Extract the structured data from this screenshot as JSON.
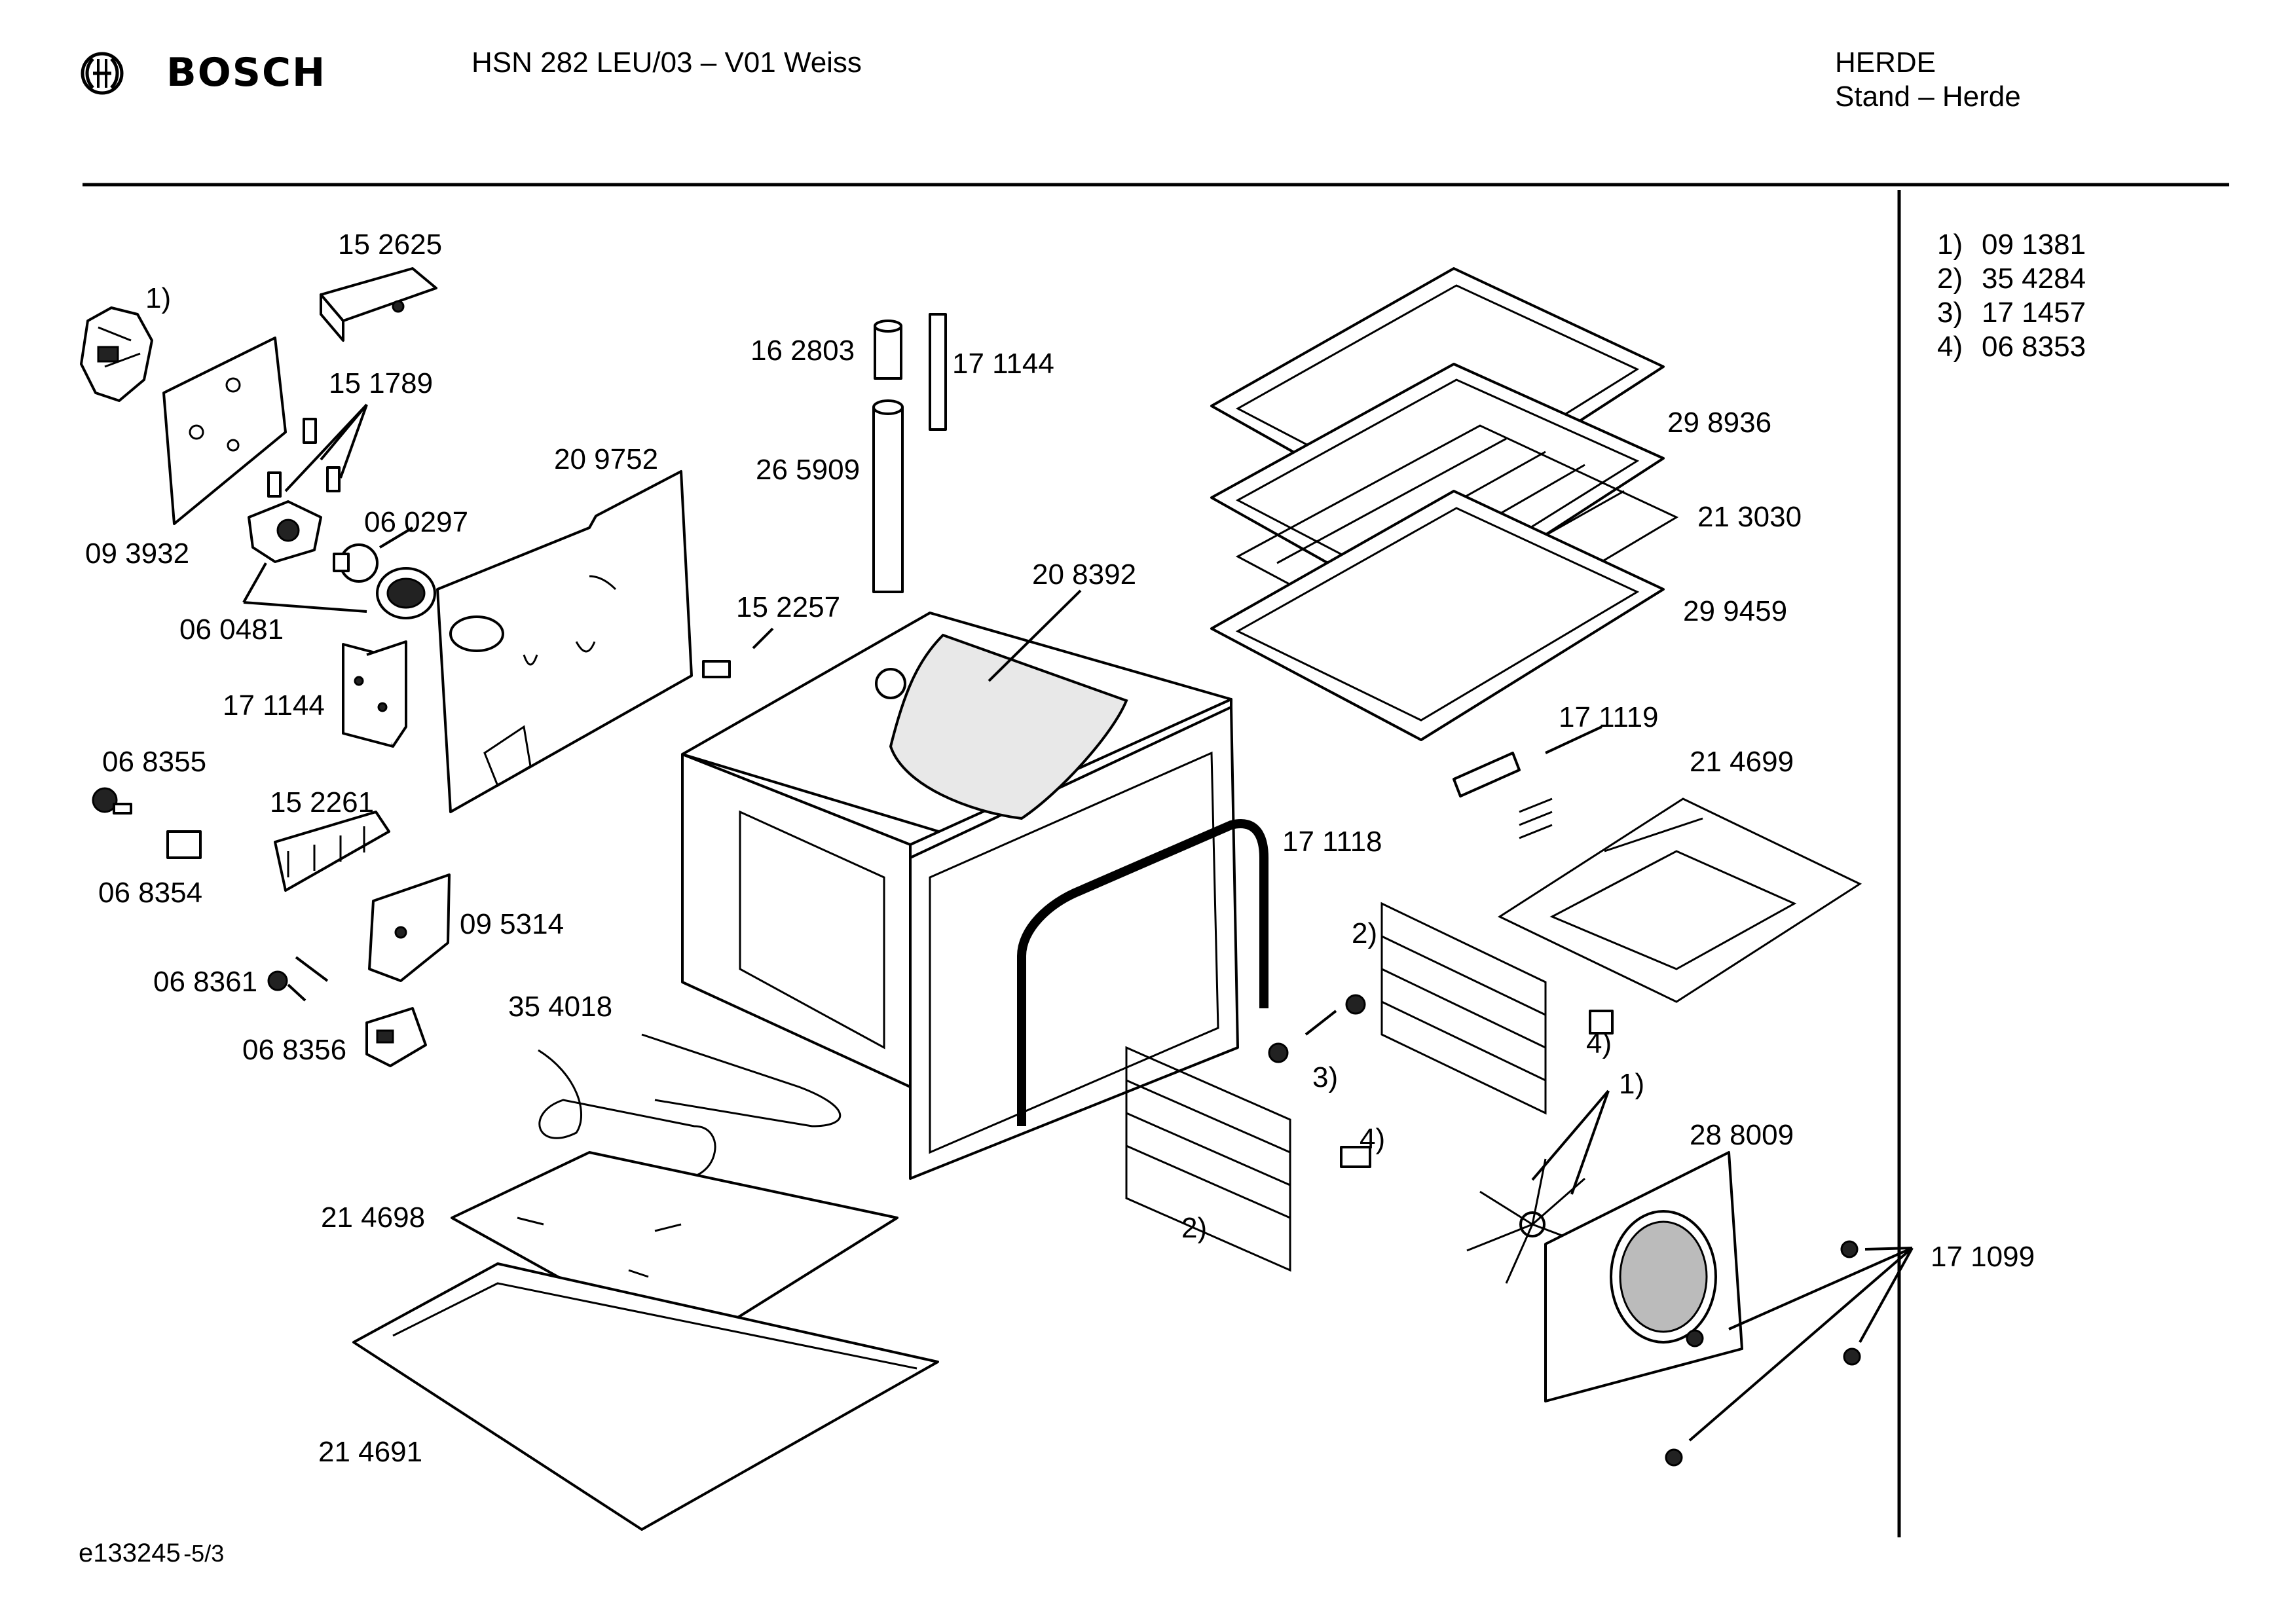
{
  "header": {
    "brand": "BOSCH",
    "model": "HSN 282 LEU/03 – V01 Weiss",
    "category": "HERDE",
    "subcategory": "Stand – Herde",
    "logo_icon": "bosch-armature-icon"
  },
  "legend": [
    {
      "key": "1)",
      "value": "09 1381"
    },
    {
      "key": "2)",
      "value": "35 4284"
    },
    {
      "key": "3)",
      "value": "17 1457"
    },
    {
      "key": "4)",
      "value": "06 8353"
    }
  ],
  "callouts": {
    "p152625": "15 2625",
    "n1a": "1)",
    "p151789": "15 1789",
    "p093932": "09 3932",
    "p060297": "06 0297",
    "p060481": "06 0481",
    "p209752": "20 9752",
    "p171144a": "17 1144",
    "p068355": "06 8355",
    "p152261": "15 2261",
    "p068354": "06 8354",
    "p095314": "09 5314",
    "p068361": "06 8361",
    "p068356": "06 8356",
    "p354018": "35 4018",
    "p214698": "21 4698",
    "p214691": "21 4691",
    "p162803": "16 2803",
    "p171144b": "17 1144",
    "p265909": "26 5909",
    "p152257": "15 2257",
    "p208392": "20 8392",
    "p171118": "17 1118",
    "p298936": "29 8936",
    "p213030": "21 3030",
    "p299459": "29 9459",
    "p171119": "17 1119",
    "p214699": "21 4699",
    "n2a": "2)",
    "n2b": "2)",
    "n3": "3)",
    "n4a": "4)",
    "n4b": "4)",
    "n1b": "1)",
    "p288009": "28 8009",
    "p171099": "17 1099"
  },
  "footer": {
    "doc_id": "e133245",
    "page": "-5/3"
  }
}
